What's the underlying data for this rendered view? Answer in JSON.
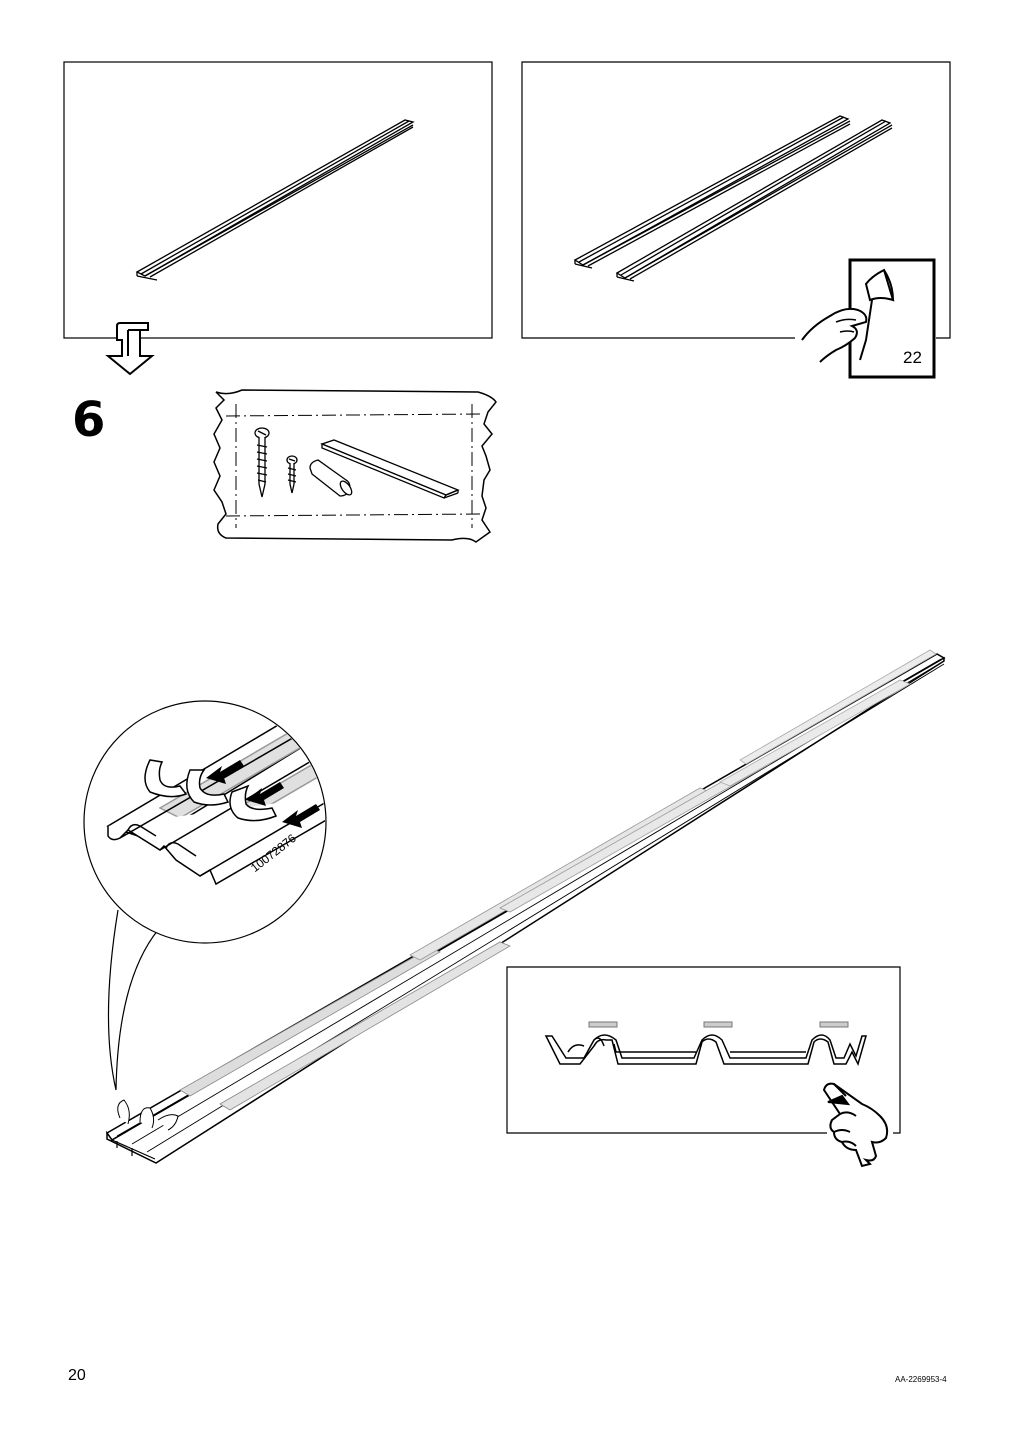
{
  "page": {
    "step_number": "6",
    "page_number": "20",
    "document_id": "AA-2269953-4"
  },
  "figures": {
    "cross_reference_page": "22",
    "article_number": "10072876"
  },
  "icons": {
    "continue_arrow": "down-arrow-icon",
    "page_turn": "page-turn-icon",
    "pointing_hand": "pointing-hand-icon",
    "hardware_bag": "hardware-bag-icon"
  }
}
